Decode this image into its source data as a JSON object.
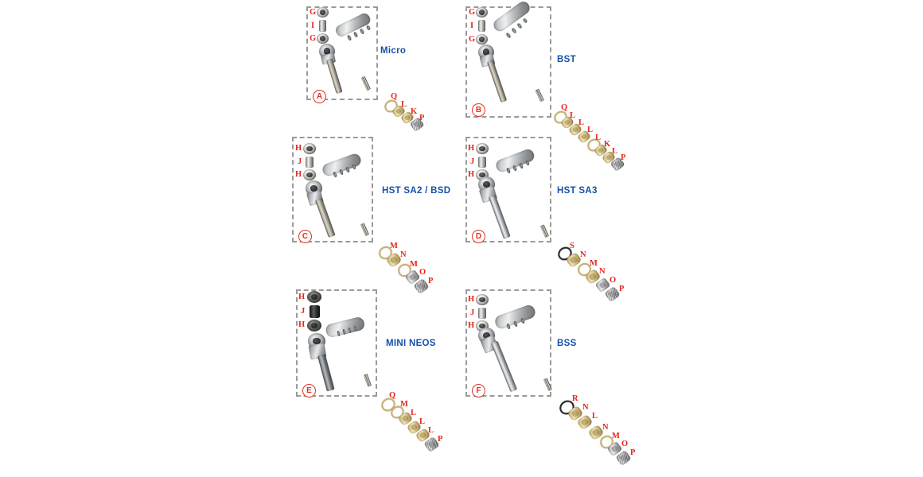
{
  "diagram": {
    "title": "Steering spindle / kingpin exploded parts diagram",
    "background_color": "#ffffff",
    "title_color": "#1550a8",
    "callout_color": "#e8241a",
    "box_border_color": "#9a9a9a"
  },
  "panels": [
    {
      "id": "A",
      "ref": "A",
      "title": "Micro",
      "upper_callouts": [
        "G",
        "I",
        "G"
      ],
      "lower_callouts": [
        "Q",
        "L",
        "K",
        "P"
      ]
    },
    {
      "id": "B",
      "ref": "B",
      "title": "BST",
      "upper_callouts": [
        "G",
        "I",
        "G"
      ],
      "lower_callouts": [
        "Q",
        "L",
        "L",
        "L",
        "L",
        "K",
        "L",
        "P"
      ]
    },
    {
      "id": "C",
      "ref": "C",
      "title": "HST SA2 / BSD",
      "upper_callouts": [
        "H",
        "J",
        "H"
      ],
      "lower_callouts": [
        "M",
        "N",
        "M",
        "O",
        "P"
      ]
    },
    {
      "id": "D",
      "ref": "D",
      "title": "HST SA3",
      "upper_callouts": [
        "H",
        "J",
        "H"
      ],
      "lower_callouts": [
        "S",
        "N",
        "M",
        "N",
        "O",
        "P"
      ]
    },
    {
      "id": "E",
      "ref": "E",
      "title": "MINI NEOS",
      "upper_callouts": [
        "H",
        "J",
        "H"
      ],
      "lower_callouts": [
        "Q",
        "M",
        "L",
        "L",
        "L",
        "P"
      ]
    },
    {
      "id": "F",
      "ref": "F",
      "title": "BSS",
      "upper_callouts": [
        "H",
        "J",
        "H"
      ],
      "lower_callouts": [
        "R",
        "N",
        "L",
        "N",
        "M",
        "O",
        "P"
      ]
    }
  ]
}
